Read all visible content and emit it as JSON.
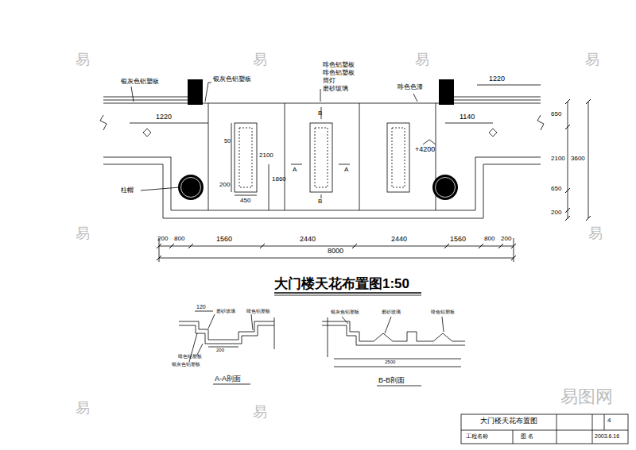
{
  "diagram": {
    "title": "大门楼天花布置图1:50",
    "labels": [
      "银灰色铝塑板",
      "银灰色铝塑板",
      "啡色铝塑板",
      "啡色铝塑板",
      "筒灯",
      "磨砂玻璃",
      "啡色色漆",
      "1220",
      "1220",
      "1140",
      "+4200",
      "50",
      "2100",
      "200",
      "450",
      "A",
      "A",
      "B",
      "B",
      "1860",
      "柱帽",
      "650",
      "2100",
      "3600",
      "650",
      "200",
      "200",
      "800",
      "1560",
      "2440",
      "2440",
      "1560",
      "800",
      "200",
      "8000",
      "120",
      "磨砂玻璃",
      "啡色铝塑板",
      "200",
      "啡色铝塑板",
      "银灰色铝塑板",
      "A-A剖面",
      "银灰色铝塑板",
      "磨砂玻璃",
      "啡色铝塑板",
      "2500",
      "B-B剖面",
      "大门楼天花布置图",
      "工程名称",
      "图 名",
      "4",
      "2003.6.16",
      "易",
      "易",
      "易",
      "易",
      "易",
      "易",
      "易",
      "易",
      "易图网"
    ]
  }
}
